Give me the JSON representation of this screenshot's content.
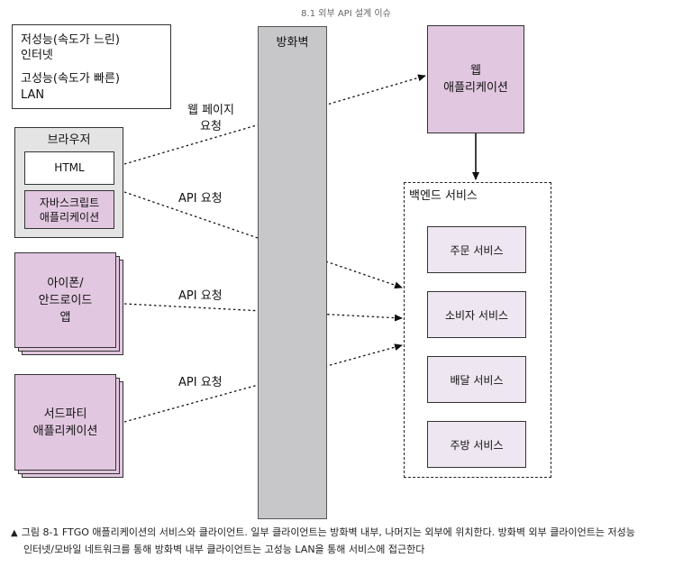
{
  "header": {
    "title": "8.1 외부 API 설계 이슈"
  },
  "legend": {
    "low_perf": "저성능(속도가 느린)",
    "internet": "인터넷",
    "high_perf": "고성능(속도가 빠른)",
    "lan": "LAN"
  },
  "firewall": {
    "label": "방화벽"
  },
  "browser": {
    "label": "브라우저",
    "html": "HTML",
    "js_line1": "자바스크립트",
    "js_line2": "애플리케이션"
  },
  "mobile": {
    "line1": "아이폰/",
    "line2": "안드로이드",
    "line3": "앱"
  },
  "third_party": {
    "line1": "서드파티",
    "line2": "애플리케이션"
  },
  "web_app": {
    "line1": "웹",
    "line2": "애플리케이션"
  },
  "backend": {
    "label": "백엔드 서비스",
    "services": [
      "주문 서비스",
      "소비자 서비스",
      "배달 서비스",
      "주방 서비스"
    ]
  },
  "edges": {
    "web_page_request_line1": "웹 페이지",
    "web_page_request_line2": "요청",
    "api_request_1": "API 요청",
    "api_request_2": "API 요청",
    "api_request_3": "API 요청"
  },
  "caption": {
    "line1": "그림 8-1 FTGO 애플리케이션의 서비스와 클라이언트. 일부 클라이언트는 방화벽 내부, 나머지는 외부에 위치한다. 방화벽 외부 클라이언트는 저성능",
    "line2": "인터넷/모바일 네트워크를 통해 방화벽 내부 클라이언트는 고성능 LAN을 통해 서비스에 접근한다"
  }
}
